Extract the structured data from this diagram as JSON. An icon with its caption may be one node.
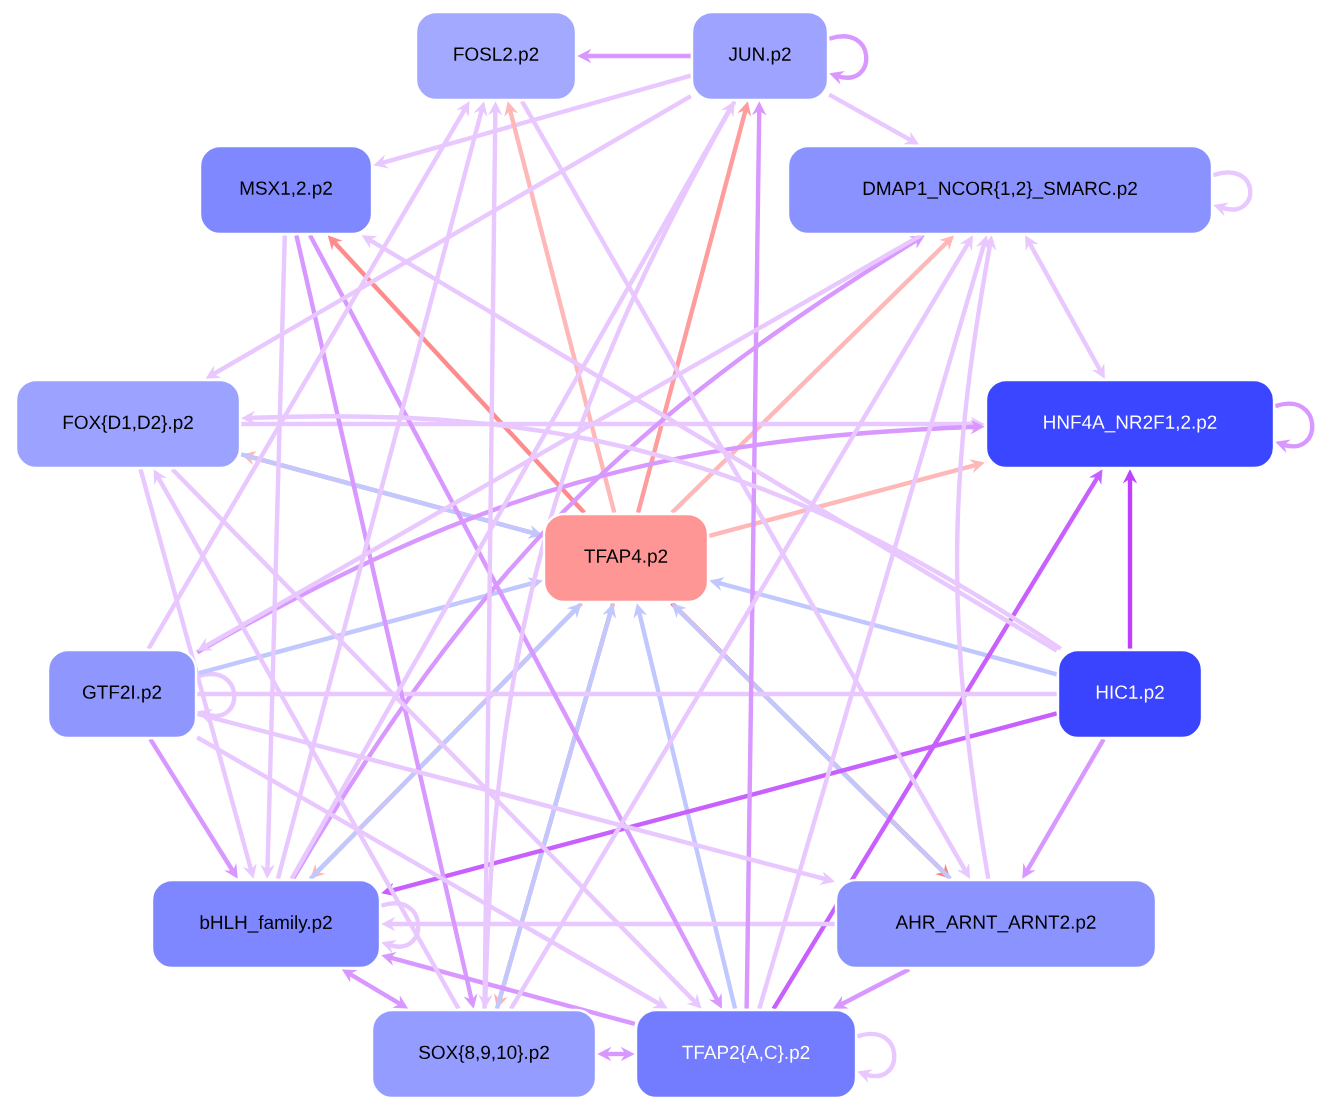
{
  "diagram": {
    "nodes": [
      {
        "text": [
          "FOSL2.p2"
        ]
      },
      {
        "text": [
          "JUN.p2"
        ]
      },
      {
        "text": [
          "MSX1,2.p2"
        ]
      },
      {
        "text": [
          "DMAP1_NCOR{1,2}_SMARC.p2"
        ]
      },
      {
        "text": [
          "FOX{D1,D2}.p2"
        ]
      },
      {
        "text": [
          "HNF4A_NR2F1,2.p2"
        ]
      },
      {
        "text": [
          "TFAP4.p2"
        ]
      },
      {
        "text": [
          "GTF2I.p2"
        ]
      },
      {
        "text": [
          "HIC1.p2"
        ]
      },
      {
        "text": [
          "bHLH_family.p2"
        ]
      },
      {
        "text": [
          "AHR_ARNT_ARNT2.p2"
        ]
      },
      {
        "text": [
          "SOX{8,9,10}.p2"
        ]
      },
      {
        "text": [
          "TFAP2{A,C}.p2"
        ]
      }
    ],
    "edges": [
      {
        "from": 1,
        "to": 0,
        "arrow": "to",
        "color": "#d898ff"
      },
      {
        "from": 1,
        "to": 1,
        "arrow": "to",
        "color": "#d898ff"
      },
      {
        "from": 3,
        "to": 3,
        "arrow": "to"
      },
      {
        "from": 5,
        "to": 5,
        "arrow": "to",
        "color": "#d898ff"
      },
      {
        "from": 7,
        "to": 7,
        "arrow": "to"
      },
      {
        "from": 9,
        "to": 9,
        "arrow": "to"
      },
      {
        "from": 12,
        "to": 12,
        "arrow": "to"
      },
      {
        "from": 1,
        "to": 2,
        "arrow": "to"
      },
      {
        "from": 1,
        "to": 3,
        "arrow": "to"
      },
      {
        "from": 3,
        "to": 5,
        "arrow": "both"
      },
      {
        "from": 6,
        "to": 0,
        "arrow": "to",
        "color": "#ffb8b8"
      },
      {
        "from": 6,
        "to": 1,
        "arrow": "to",
        "color": "#ff9c9c"
      },
      {
        "from": 6,
        "to": 2,
        "arrow": "to",
        "color": "#ff8c8c"
      },
      {
        "from": 6,
        "to": 3,
        "arrow": "to",
        "color": "#ffb8b8"
      },
      {
        "from": 6,
        "to": 4,
        "arrow": "to",
        "color": "#ffb8b8"
      },
      {
        "from": 4,
        "to": 6,
        "arrow": "to",
        "color": "#c0c8ff"
      },
      {
        "from": 6,
        "to": 5,
        "arrow": "to",
        "color": "#ffb8b8"
      },
      {
        "from": 6,
        "to": 10,
        "arrow": "to",
        "color": "#ff8080"
      },
      {
        "from": 10,
        "to": 6,
        "arrow": "to",
        "color": "#c0c8ff"
      },
      {
        "from": 6,
        "to": 9,
        "arrow": "to",
        "color": "#ffb8b8"
      },
      {
        "from": 9,
        "to": 6,
        "arrow": "to",
        "color": "#c0c8ff"
      },
      {
        "from": 6,
        "to": 11,
        "arrow": "to",
        "color": "#ffb0b0"
      },
      {
        "from": 11,
        "to": 6,
        "arrow": "to",
        "color": "#c0c8ff"
      },
      {
        "from": 12,
        "to": 6,
        "arrow": "to",
        "color": "#c0c8ff"
      },
      {
        "from": 8,
        "to": 6,
        "arrow": "to",
        "color": "#c0c8ff"
      },
      {
        "from": 7,
        "to": 6,
        "arrow": "to",
        "color": "#c0c8ff"
      },
      {
        "from": 8,
        "to": 5,
        "arrow": "to",
        "color": "#c040ff"
      },
      {
        "from": 8,
        "to": 9,
        "arrow": "to",
        "color": "#c860ff"
      },
      {
        "from": 12,
        "to": 5,
        "arrow": "to",
        "color": "#c860ff"
      },
      {
        "from": 4,
        "to": 5,
        "arrow": "to"
      },
      {
        "from": 7,
        "to": 5,
        "arrow": "to",
        "color": "#d898ff"
      },
      {
        "from": 9,
        "to": 3,
        "arrow": "to",
        "color": "#d898ff"
      },
      {
        "from": 8,
        "to": 7,
        "arrow": "none"
      },
      {
        "from": 8,
        "to": 10,
        "arrow": "to",
        "color": "#d898ff"
      },
      {
        "from": 10,
        "to": 9,
        "arrow": "to"
      },
      {
        "from": 12,
        "to": 9,
        "arrow": "to",
        "color": "#d898ff"
      },
      {
        "from": 9,
        "to": 11,
        "arrow": "both",
        "color": "#d898ff"
      },
      {
        "from": 11,
        "to": 12,
        "arrow": "both",
        "color": "#d898ff"
      },
      {
        "from": 10,
        "to": 12,
        "arrow": "to",
        "color": "#d898ff"
      },
      {
        "from": 7,
        "to": 9,
        "arrow": "to",
        "color": "#d898ff"
      },
      {
        "from": 4,
        "to": 9,
        "arrow": "to"
      },
      {
        "from": 2,
        "to": 9,
        "arrow": "to"
      },
      {
        "from": 2,
        "to": 11,
        "arrow": "to",
        "color": "#d898ff"
      },
      {
        "from": 2,
        "to": 12,
        "arrow": "to",
        "color": "#d898ff"
      },
      {
        "from": 9,
        "to": 0,
        "arrow": "to"
      },
      {
        "from": 11,
        "to": 0,
        "arrow": "to"
      },
      {
        "from": 7,
        "to": 0,
        "arrow": "to"
      },
      {
        "from": 0,
        "to": 10,
        "arrow": "to"
      },
      {
        "from": 1,
        "to": 11,
        "arrow": "to"
      },
      {
        "from": 12,
        "to": 1,
        "arrow": "to",
        "color": "#d898ff"
      },
      {
        "from": 9,
        "to": 1,
        "arrow": "to"
      },
      {
        "from": 1,
        "to": 4,
        "arrow": "to"
      },
      {
        "from": 10,
        "to": 3,
        "arrow": "to"
      },
      {
        "from": 11,
        "to": 3,
        "arrow": "to"
      },
      {
        "from": 12,
        "to": 3,
        "arrow": "to"
      },
      {
        "from": 8,
        "to": 2,
        "arrow": "to"
      },
      {
        "from": 4,
        "to": 12,
        "arrow": "to"
      },
      {
        "from": 8,
        "to": 4,
        "arrow": "to"
      },
      {
        "from": 11,
        "to": 4,
        "arrow": "to"
      },
      {
        "from": 3,
        "to": 7,
        "arrow": "to"
      },
      {
        "from": 7,
        "to": 10,
        "arrow": "to"
      },
      {
        "from": 7,
        "to": 12,
        "arrow": "to"
      }
    ]
  }
}
